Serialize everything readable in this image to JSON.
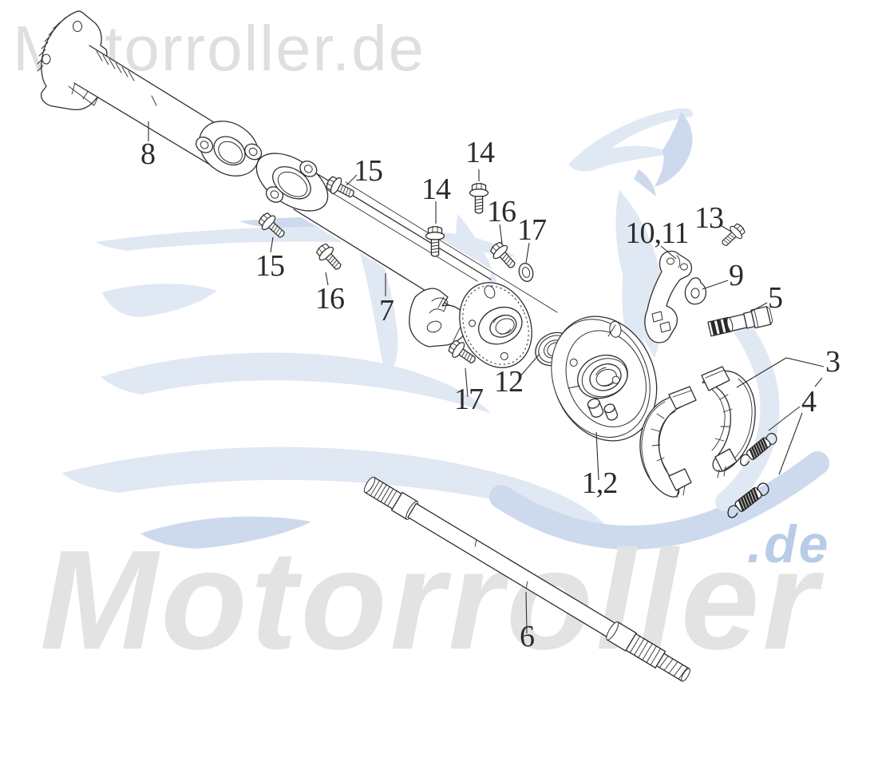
{
  "watermarks": {
    "top": "Motorroller.de",
    "bottom": "Motorroller",
    "bottom_suffix": ".de"
  },
  "palette": {
    "swoosh_light": "#e0e8f4",
    "swoosh_mid": "#cddaee",
    "watermark_gray": "#e3e3e3",
    "watermark_top_gray": "#dfdfdf",
    "suffix_blue": "#b8cce8",
    "ink": "#2e2e2e"
  },
  "callouts": [
    {
      "label": "8"
    },
    {
      "label": "15"
    },
    {
      "label": "14"
    },
    {
      "label": "14"
    },
    {
      "label": "16"
    },
    {
      "label": "17"
    },
    {
      "label": "15"
    },
    {
      "label": "16"
    },
    {
      "label": "7"
    },
    {
      "label": "10,11"
    },
    {
      "label": "13"
    },
    {
      "label": "9"
    },
    {
      "label": "5"
    },
    {
      "label": "12"
    },
    {
      "label": "17"
    },
    {
      "label": "3"
    },
    {
      "label": "4"
    },
    {
      "label": "1,2"
    },
    {
      "label": "6"
    }
  ]
}
